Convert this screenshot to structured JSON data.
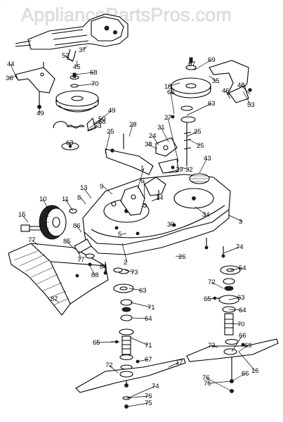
{
  "watermark": "AppliancePartsPros.com",
  "callouts": [
    "1",
    "2",
    "3",
    "5",
    "6",
    "8",
    "9",
    "10",
    "11",
    "13",
    "14",
    "15",
    "16",
    "17",
    "18",
    "24",
    "25",
    "25",
    "25",
    "26",
    "27",
    "28",
    "29",
    "30",
    "31",
    "32",
    "34",
    "35",
    "36",
    "37",
    "38",
    "43",
    "44",
    "45",
    "46",
    "48",
    "49",
    "49",
    "50",
    "52",
    "53",
    "53",
    "54",
    "63",
    "63",
    "63",
    "63",
    "64",
    "64",
    "65",
    "65",
    "66",
    "66",
    "66",
    "67",
    "67",
    "68",
    "68",
    "69",
    "69",
    "70",
    "70",
    "71",
    "71",
    "72",
    "72",
    "73",
    "73",
    "74",
    "74",
    "75",
    "75",
    "76",
    "76",
    "77",
    "77",
    "84",
    "85",
    "86",
    "87",
    "88",
    "89",
    "90"
  ]
}
